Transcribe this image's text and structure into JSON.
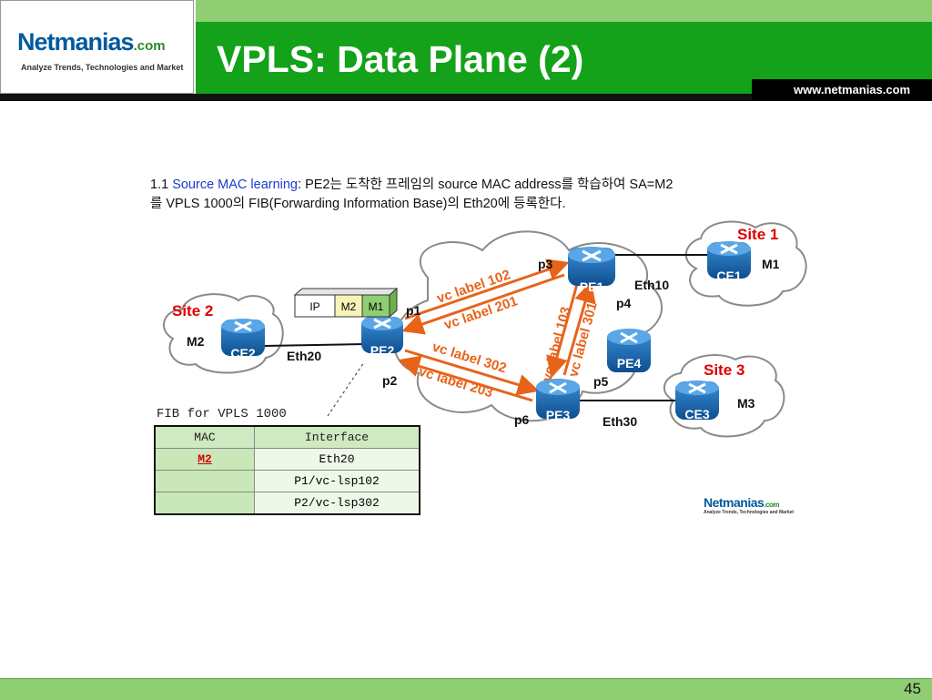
{
  "header": {
    "logo_main": "Netmanias",
    "logo_suffix": ".com",
    "logo_tagline": "Analyze Trends, Technologies and Market",
    "title": "VPLS: Data Plane (2)",
    "url": "www.netmanias.com"
  },
  "description": {
    "num": "1.1 ",
    "highlight": "Source MAC learning",
    "line1_rest": ": PE2는 도착한 프레임의 source MAC address를 학습하여 SA=M2",
    "line2": "를 VPLS 1000의 FIB(Forwarding Information Base)의 Eth20에 등록한다."
  },
  "diagram": {
    "sites": [
      "Site 1",
      "Site 2",
      "Site 3"
    ],
    "routers": {
      "pe1": "PE1",
      "pe2": "PE2",
      "pe3": "PE3",
      "pe4": "PE4",
      "ce1": "CE1",
      "ce2": "CE2",
      "ce3": "CE3"
    },
    "macs": {
      "m1": "M1",
      "m2": "M2",
      "m3": "M3"
    },
    "ports": {
      "p1": "p1",
      "p2": "p2",
      "p3": "p3",
      "p4": "p4",
      "p5": "p5",
      "p6": "p6"
    },
    "interfaces": {
      "eth10": "Eth10",
      "eth20": "Eth20",
      "eth30": "Eth30"
    },
    "vc_labels": [
      "vc label 102",
      "vc label 201",
      "vc label 302",
      "vc label 203",
      "vc label 103",
      "vc label 301"
    ],
    "frame": [
      "IP",
      "M2",
      "M1"
    ]
  },
  "fib": {
    "caption": "FIB for VPLS 1000",
    "headers": [
      "MAC",
      "Interface"
    ],
    "rows": [
      {
        "mac": "M2",
        "iface": "Eth20"
      },
      {
        "mac": "",
        "iface": "P1/vc-lsp102"
      },
      {
        "mac": "",
        "iface": "P2/vc-lsp302"
      }
    ]
  },
  "footer": {
    "logo_main": "Netmanias",
    "logo_suffix": ".com",
    "tagline": "Analyze Trends, Technologies and Market",
    "page": "45"
  },
  "colors": {
    "green": "#13a21a",
    "light_green": "#8fce73",
    "router_blue": "#1a6fb4",
    "label_orange": "#e8631a",
    "site_red": "#e00000"
  }
}
